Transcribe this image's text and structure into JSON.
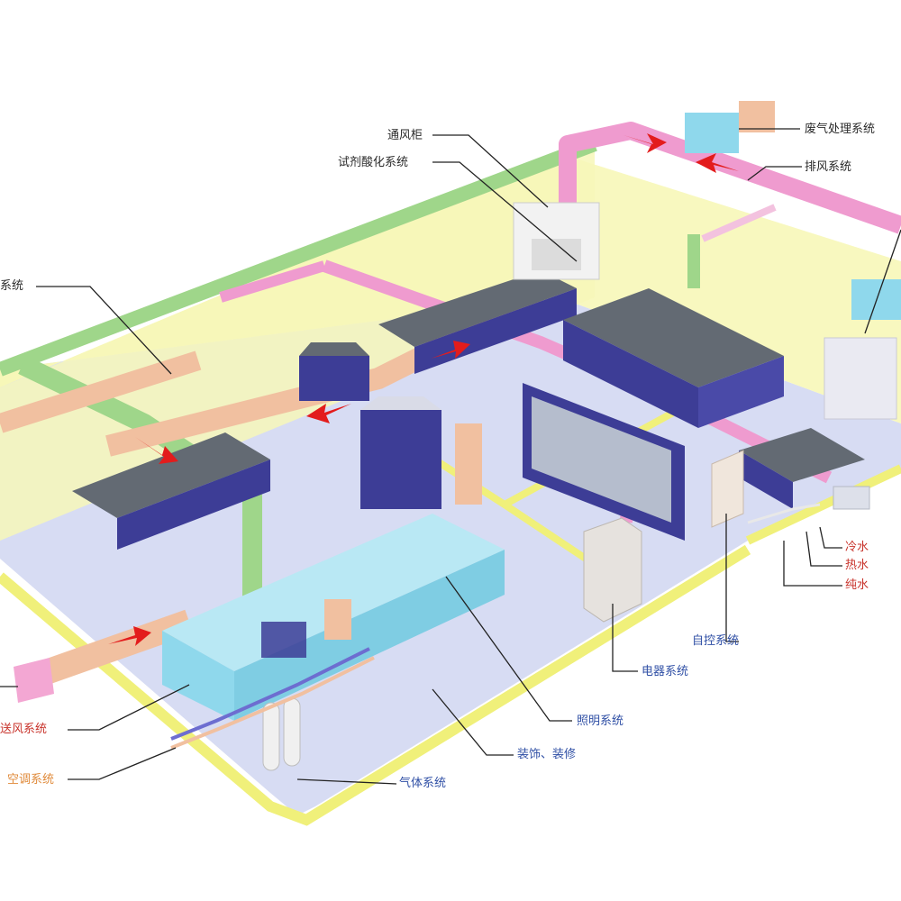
{
  "labels": {
    "fume_hood": "通风柜",
    "reagent": "试剂酸化系统",
    "exhaust_treat": "废气处理系统",
    "exhaust": "排风系统",
    "left_cut": "系统",
    "supply": "送风系统",
    "ac": "空调系统",
    "autocontrol": "自控系统",
    "electric": "电器系统",
    "lighting": "照明系统",
    "decoration": "装饰、装修",
    "gas": "气体系统",
    "cold_water": "冷水",
    "hot_water": "热水",
    "pure_water": "纯水"
  },
  "colors": {
    "floor": "#d7dcf3",
    "wall": "#f7f7b8",
    "edge": "#f0f07a",
    "green_duct": "#9fd68a",
    "pink_duct": "#ef9bcf",
    "orange_duct": "#f1c0a0",
    "cabinet": "#3d3d96",
    "counter": "#636a73",
    "ahu": "#8fd8ec",
    "arrow": "#e31c1c",
    "label_dark": "#2a2a2a",
    "label_orange": "#e08a3a",
    "label_red": "#c8322a",
    "label_blue": "#2f4fa5"
  }
}
